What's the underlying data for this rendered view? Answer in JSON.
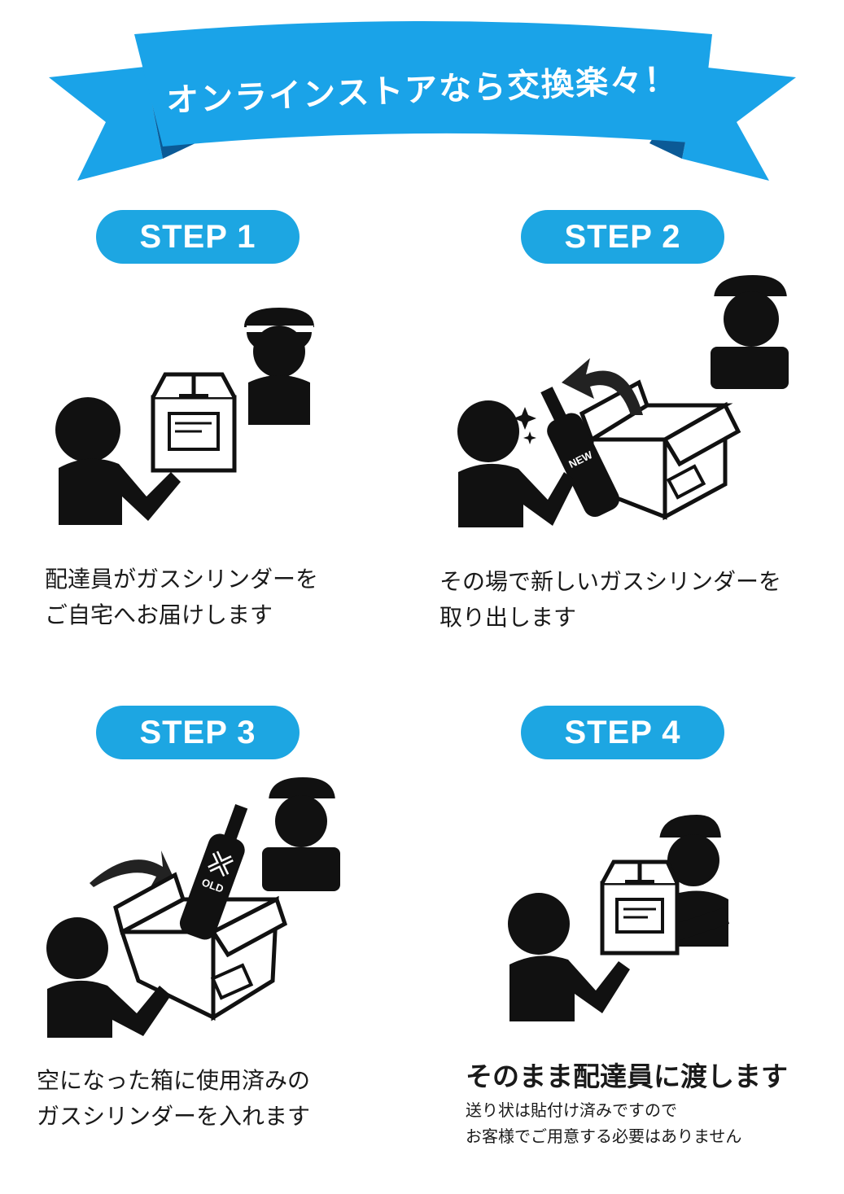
{
  "banner": {
    "title": "オンラインストアなら交換楽々！",
    "color": "#1aa3e8",
    "shadow_color": "#0b5a96"
  },
  "accent_color": "#1da6e2",
  "steps": [
    {
      "label": "STEP 1",
      "lines": [
        "配達員がガスシリンダーを",
        "ご自宅へお届けします"
      ],
      "icon": "delivery-person-handing-box-icon"
    },
    {
      "label": "STEP 2",
      "lines": [
        "その場で新しいガスシリンダーを",
        "取り出します"
      ],
      "icon": "take-new-cylinder-from-box-icon",
      "bottle_tag": "NEW"
    },
    {
      "label": "STEP 3",
      "lines": [
        "空になった箱に使用済みの",
        "ガスシリンダーを入れます"
      ],
      "icon": "put-old-cylinder-in-box-icon",
      "bottle_tag": "OLD"
    },
    {
      "label": "STEP 4",
      "title": "そのまま配達員に渡します",
      "notes": [
        "送り状は貼付け済みですので",
        "お客様でご用意する必要はありません"
      ],
      "icon": "hand-box-to-delivery-person-icon"
    }
  ]
}
